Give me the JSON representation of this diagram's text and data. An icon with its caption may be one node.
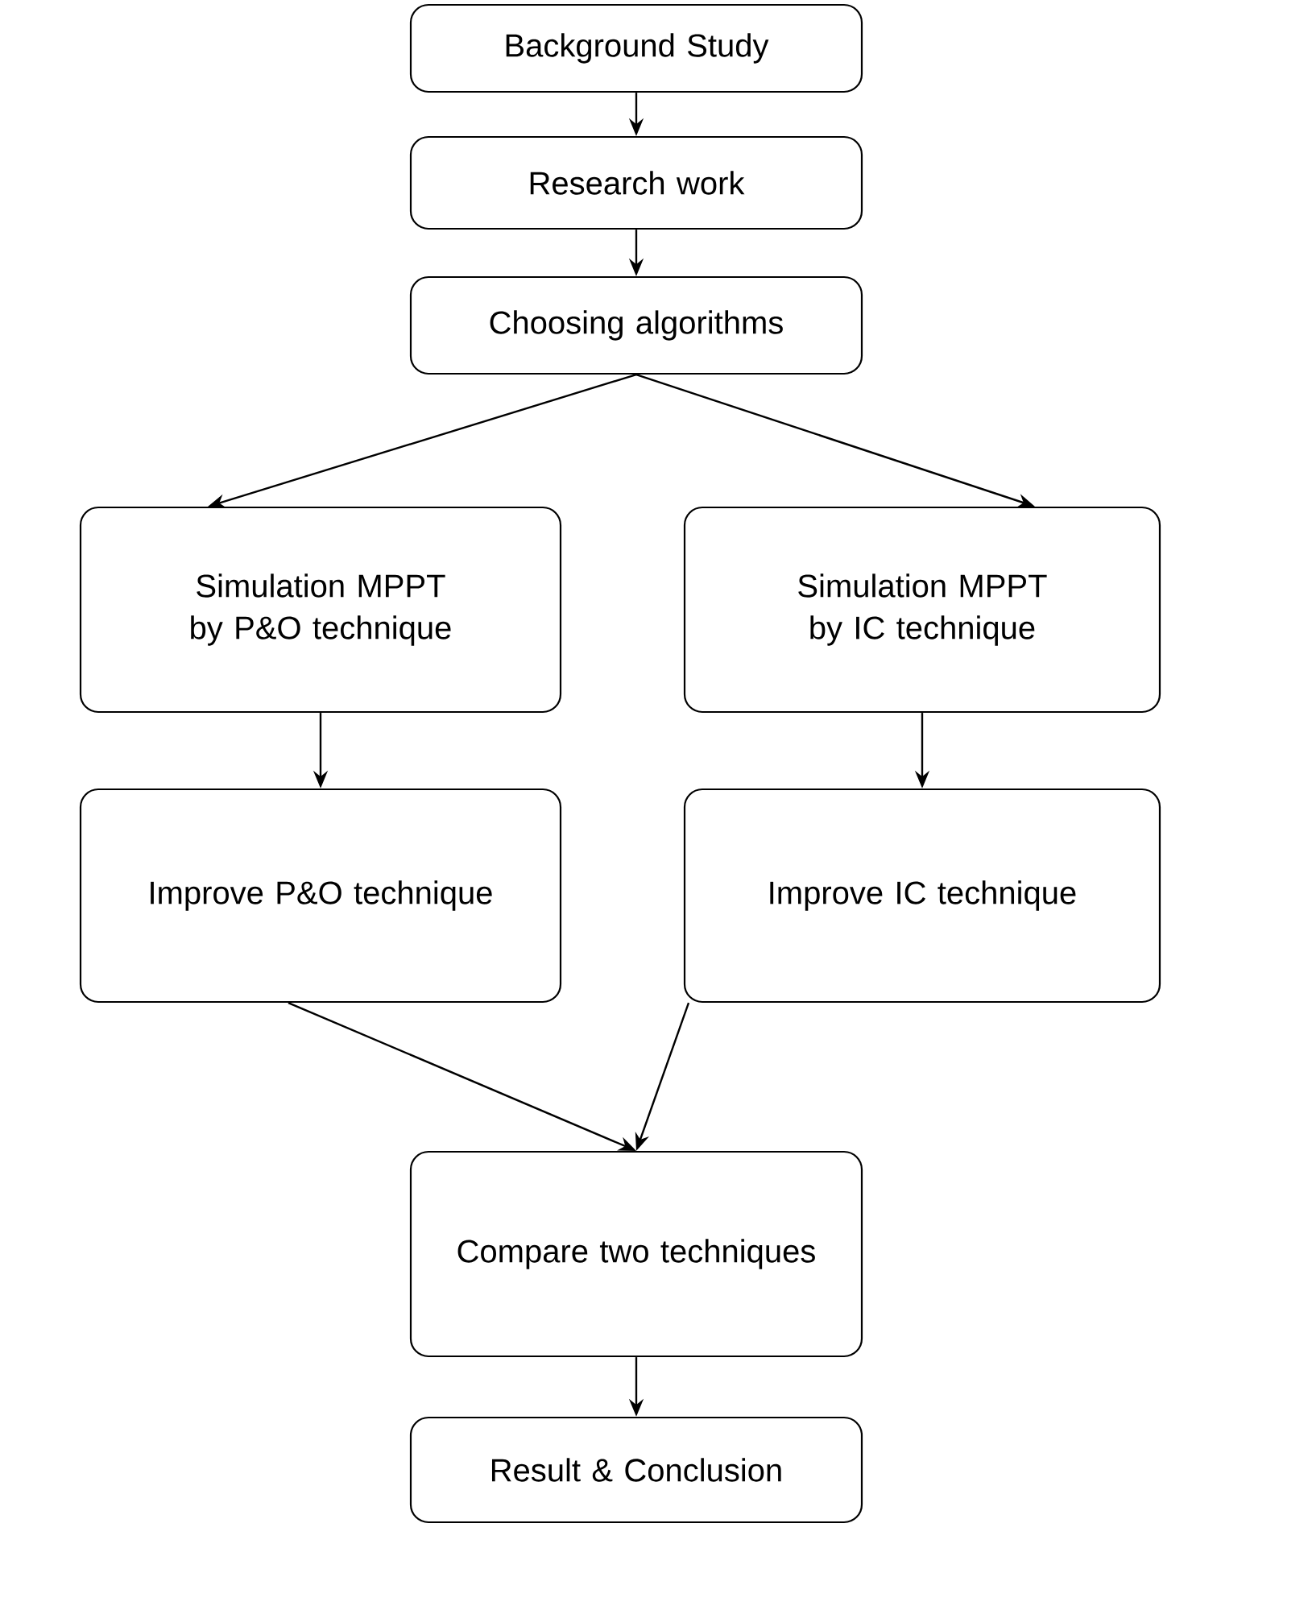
{
  "diagram": {
    "nodes": [
      {
        "text": [
          "Background Study"
        ]
      },
      {
        "text": [
          "Research work"
        ]
      },
      {
        "text": [
          "Choosing algorithms"
        ]
      },
      {
        "text": [
          "Simulation MPPT by P&O technique"
        ]
      },
      {
        "text": [
          "Simulation MPPT by IC technique"
        ]
      },
      {
        "text": [
          "Improve P&O technique"
        ]
      },
      {
        "text": [
          "Improve IC technique"
        ]
      },
      {
        "text": [
          "Compare two techniques"
        ]
      },
      {
        "text": [
          "Result & Conclusion"
        ]
      }
    ],
    "edges": [
      {
        "from": 0,
        "to": 1,
        "arrow": "to"
      },
      {
        "from": 1,
        "to": 2,
        "arrow": "to"
      },
      {
        "from": 2,
        "to": 3,
        "arrow": "to"
      },
      {
        "from": 2,
        "to": 4,
        "arrow": "to"
      },
      {
        "from": 3,
        "to": 5,
        "arrow": "to"
      },
      {
        "from": 4,
        "to": 6,
        "arrow": "to"
      },
      {
        "from": 5,
        "to": 7,
        "arrow": "to"
      },
      {
        "from": 6,
        "to": 7,
        "arrow": "to"
      },
      {
        "from": 7,
        "to": 8,
        "arrow": "to"
      }
    ]
  }
}
